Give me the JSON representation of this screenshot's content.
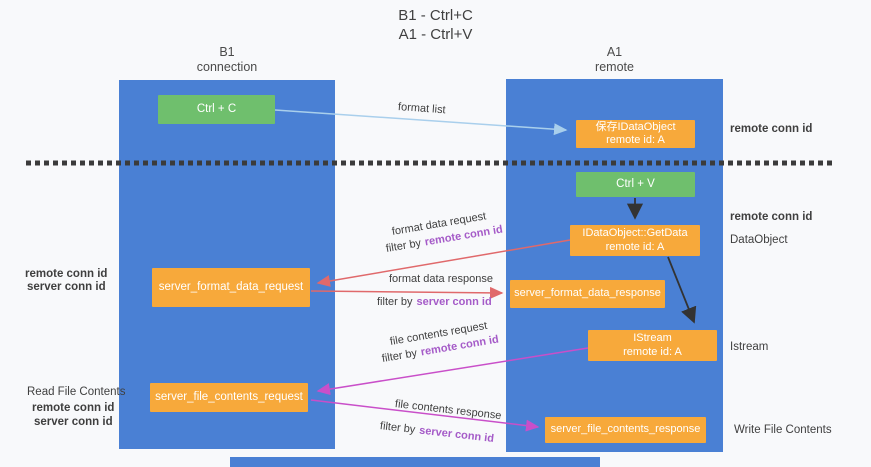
{
  "title": {
    "line1": "B1 - Ctrl+C",
    "line2": "A1 - Ctrl+V"
  },
  "lanes": {
    "left": {
      "name": "B1",
      "role": "connection"
    },
    "right": {
      "name": "A1",
      "role": "remote"
    }
  },
  "nodes": {
    "ctrl_c": {
      "label": "Ctrl + C"
    },
    "save_dataobject": {
      "line1": "保存IDataObject",
      "line2": "remote id: A"
    },
    "ctrl_v": {
      "label": "Ctrl + V"
    },
    "getdata": {
      "line1": "IDataObject::GetData",
      "line2": "remote id: A"
    },
    "format_request": {
      "label": "server_format_data_request"
    },
    "format_response": {
      "label": "server_format_data_response"
    },
    "istream": {
      "line1": "IStream",
      "line2": "remote id: A"
    },
    "file_request": {
      "label": "server_file_contents_request"
    },
    "file_response": {
      "label": "server_file_contents_response"
    }
  },
  "edge_labels": {
    "format_list": "format list",
    "format_data_request": "format data request",
    "format_data_response": "format data response",
    "file_contents_request": "file contents request",
    "file_contents_response": "file contents response",
    "filter_by": "filter by",
    "remote_conn_id": "remote conn id",
    "server_conn_id": "server conn id"
  },
  "side_labels": {
    "remote_conn_id_top_right": "remote conn id",
    "remote_conn_id_mid_right": "remote conn id",
    "dataobject": "DataObject",
    "istream": "Istream",
    "write_file_contents": "Write File Contents",
    "read_file_contents": "Read File Contents",
    "remote_conn_id_left_1": "remote conn id",
    "server_conn_id_left_1": "server conn id",
    "remote_conn_id_left_2": "remote conn id",
    "server_conn_id_left_2": "server conn id"
  },
  "colors": {
    "lane_blue": "#4a80d4",
    "box_green": "#6fbf6d",
    "box_orange": "#f7a93b",
    "arrow_light_blue": "#a9cfec",
    "arrow_red": "#e0696b",
    "arrow_magenta": "#c94fc9",
    "arrow_black": "#333333",
    "text_purple": "#a55bc8",
    "text_green": "#6abf6a",
    "dashed_line": "#3b3b3b"
  }
}
